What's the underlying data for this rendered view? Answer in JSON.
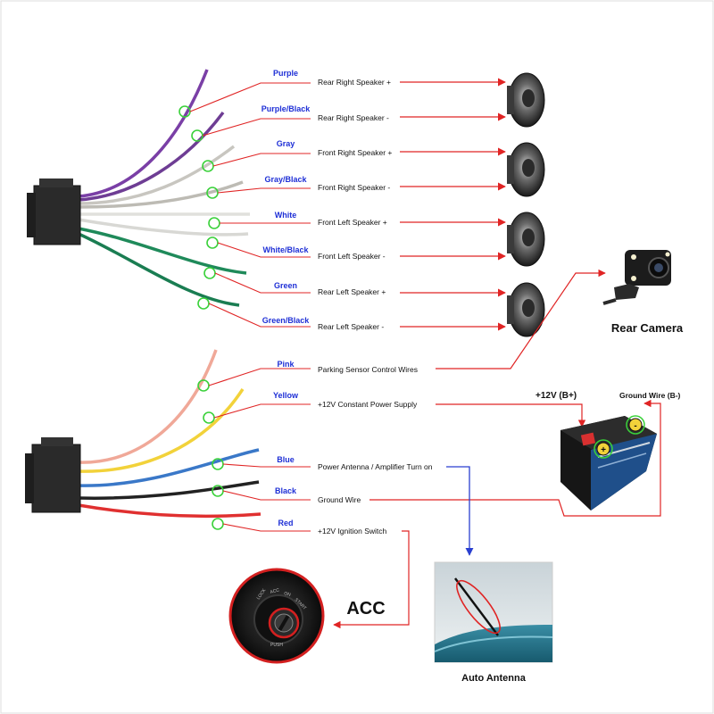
{
  "diagram": {
    "top_wires": [
      {
        "color_name": "Purple",
        "function": "Rear Right Speaker +",
        "hex": "#7a3fa6"
      },
      {
        "color_name": "Purple/Black",
        "function": "Rear Right Speaker -",
        "hex": "#6e3d94"
      },
      {
        "color_name": "Gray",
        "function": "Front Right Speaker +",
        "hex": "#c8c6c0"
      },
      {
        "color_name": "Gray/Black",
        "function": "Front Right Speaker -",
        "hex": "#bdbbb4"
      },
      {
        "color_name": "White",
        "function": "Front Left Speaker +",
        "hex": "#eeeeea"
      },
      {
        "color_name": "White/Black",
        "function": "Front Left Speaker -",
        "hex": "#e6e6e2"
      },
      {
        "color_name": "Green",
        "function": "Rear Left Speaker +",
        "hex": "#1f8a5a"
      },
      {
        "color_name": "Green/Black",
        "function": "Rear Left Speaker -",
        "hex": "#1a7d52"
      }
    ],
    "bottom_wires": [
      {
        "color_name": "Pink",
        "function": "Parking Sensor Control Wires",
        "hex": "#f0a898"
      },
      {
        "color_name": "Yellow",
        "function": "+12V Constant Power Supply",
        "hex": "#f2d23a"
      },
      {
        "color_name": "Blue",
        "function": "Power Antenna / Amplifier Turn on",
        "hex": "#3a78c8"
      },
      {
        "color_name": "Black",
        "function": "Ground Wire",
        "hex": "#222222"
      },
      {
        "color_name": "Red",
        "function": "+12V  Ignition Switch",
        "hex": "#e03030"
      }
    ],
    "labels": {
      "rear_camera": "Rear Camera",
      "battery_positive": "+12V  (B+)",
      "battery_ground": "Ground Wire (B-)",
      "acc": "ACC",
      "auto_antenna": "Auto Antenna",
      "ignition_texts": [
        "LOCK",
        "ACC",
        "ON",
        "START",
        "PUSH"
      ]
    },
    "colors": {
      "wire_label": "#1e2fd6",
      "arrow": "#e02424",
      "antenna_arrow": "#2a3fd0",
      "marker_ring": "#3ad13a"
    }
  }
}
